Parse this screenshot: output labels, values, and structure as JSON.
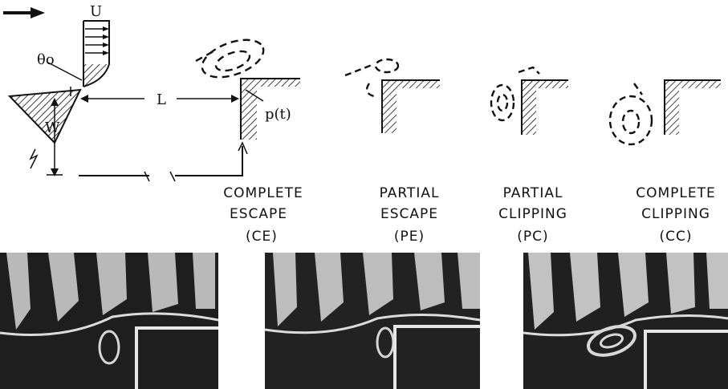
{
  "schematic": {
    "velocity_symbol": "U",
    "angle_symbol": "θo",
    "length_symbol": "L",
    "width_symbol": "W",
    "pressure_symbol": "p(t)"
  },
  "regimes": [
    {
      "line1": "COMPLETE",
      "line2": "ESCAPE",
      "abbr": "(CE)"
    },
    {
      "line1": "PARTIAL",
      "line2": "ESCAPE",
      "abbr": "(PE)"
    },
    {
      "line1": "PARTIAL",
      "line2": "CLIPPING",
      "abbr": "(PC)"
    },
    {
      "line1": "COMPLETE",
      "line2": "CLIPPING",
      "abbr": "(CC)"
    }
  ],
  "photos": [
    {
      "name": "photo-complete-escape"
    },
    {
      "name": "photo-partial-escape"
    },
    {
      "name": "photo-complete-clipping"
    }
  ]
}
